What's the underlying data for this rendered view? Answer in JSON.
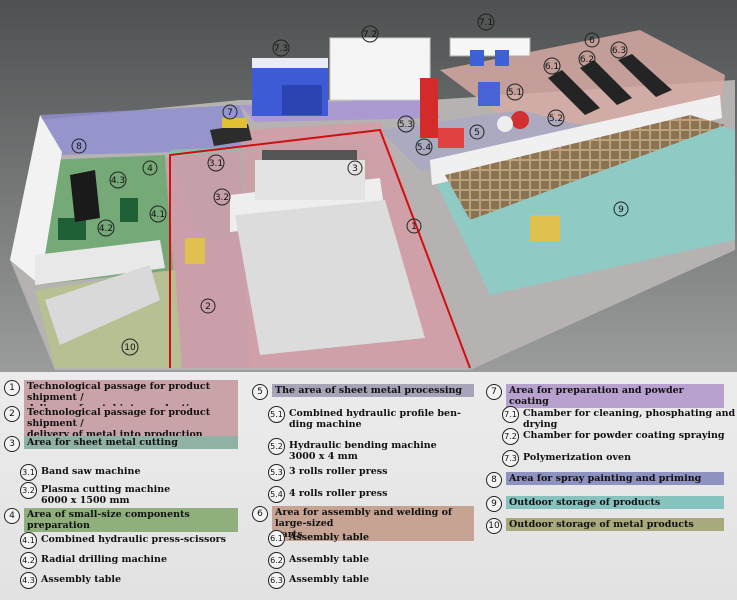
{
  "scene": {
    "callouts": [
      "1",
      "2",
      "3",
      "3.1",
      "3.2",
      "4",
      "4.1",
      "4.2",
      "4.3",
      "5",
      "5.1",
      "5.2",
      "5.3",
      "5.4",
      "6",
      "6.1",
      "6.2",
      "6.3",
      "7",
      "7.1",
      "7.2",
      "7.3",
      "8",
      "9",
      "10"
    ]
  },
  "legend": {
    "col1": [
      {
        "num": "1",
        "text": "Technological passage for product shipment /\ndelivery of metal into production",
        "color": "#c9a3a8"
      },
      {
        "num": "2",
        "text": "Technological passage for product shipment /\ndelivery of metal into production",
        "color": "#c9a3a8"
      },
      {
        "num": "3",
        "text": "Area for sheet metal cutting",
        "color": "#8fb2a4"
      },
      {
        "num": "3.1",
        "text": "Band saw machine",
        "sub": true
      },
      {
        "num": "3.2",
        "text": "Plasma cutting machine\n6000 x 1500 mm",
        "sub": true
      },
      {
        "num": "4",
        "text": "Area of small-size components preparation",
        "color": "#8fb07d"
      },
      {
        "num": "4.1",
        "text": "Combined hydraulic press-scissors",
        "sub": true
      },
      {
        "num": "4.2",
        "text": "Radial drilling machine",
        "sub": true
      },
      {
        "num": "4.3",
        "text": "Assembly table",
        "sub": true
      }
    ],
    "col2": [
      {
        "num": "5",
        "text": "The area of sheet metal processing",
        "color": "#a6a4b6"
      },
      {
        "num": "5.1",
        "text": "Combined hydraulic profile ben-\nding machine",
        "sub": true
      },
      {
        "num": "5.2",
        "text": "Hydraulic bending machine\n3000 x 4 mm",
        "sub": true
      },
      {
        "num": "5.3",
        "text": "3 rolls roller press",
        "sub": true
      },
      {
        "num": "5.4",
        "text": "4 rolls roller press",
        "sub": true
      },
      {
        "num": "6",
        "text": "Area for assembly and welding of large-sized\nparts",
        "color": "#c7a394"
      },
      {
        "num": "6.1",
        "text": "Assembly table",
        "sub": true
      },
      {
        "num": "6.2",
        "text": "Assembly table",
        "sub": true
      },
      {
        "num": "6.3",
        "text": "Assembly table",
        "sub": true
      }
    ],
    "col3": [
      {
        "num": "7",
        "text": "Area for preparation and powder coating",
        "color": "#b8a0cf"
      },
      {
        "num": "7.1",
        "text": "Chamber for cleaning, phosphating and drying",
        "sub": true
      },
      {
        "num": "7.2",
        "text": "Chamber for powder coating spraying",
        "sub": true
      },
      {
        "num": "7.3",
        "text": "Polymerization oven",
        "sub": true
      },
      {
        "num": "8",
        "text": "Area for spray painting and priming",
        "color": "#8d92c0"
      },
      {
        "num": "9",
        "text": "Outdoor storage of products",
        "color": "#86c2be"
      },
      {
        "num": "10",
        "text": "Outdoor storage of metal products",
        "color": "#a8a97c"
      }
    ]
  }
}
